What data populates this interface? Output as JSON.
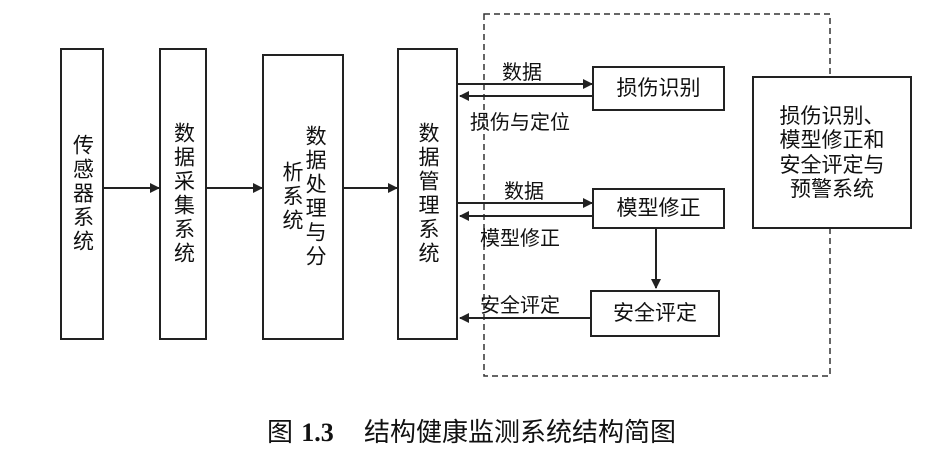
{
  "nodes": {
    "sensor": "传感器系统",
    "acquisition": "数据采集系统",
    "processing": "数据处理与分析系统",
    "management": "数据管理系统",
    "damage_id": "损伤识别",
    "model_update": "模型修正",
    "safety_eval": "安全评定",
    "warning": "损伤识别、\n模型修正和\n安全评定与\n预警系统"
  },
  "edge_labels": {
    "data_1": "数据",
    "damage_location": "损伤与定位",
    "data_2": "数据",
    "model_update_back": "模型修正",
    "safety_back": "安全评定"
  },
  "caption": {
    "prefix": "图",
    "number": "1.3",
    "title": "结构健康监测系统结构简图"
  }
}
